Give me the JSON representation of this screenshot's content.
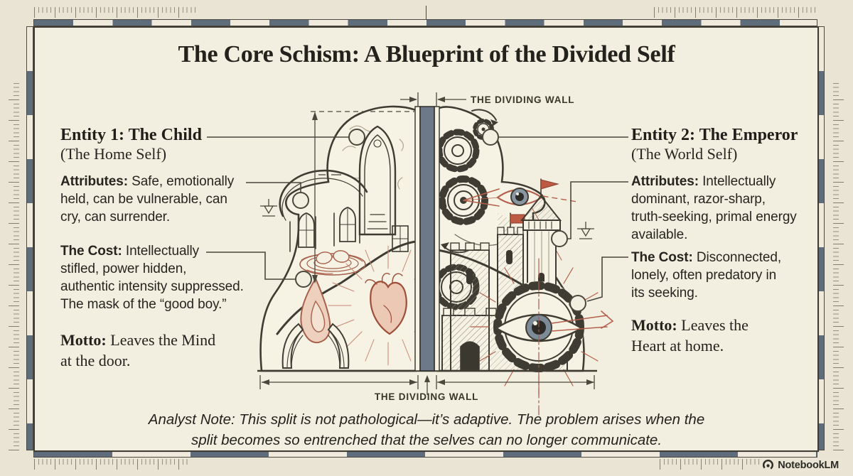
{
  "title": "The Core Schism: A Blueprint of the Divided Self",
  "wall": {
    "label_top": "THE DIVIDING WALL",
    "label_bottom": "THE DIVIDING WALL"
  },
  "entity1": {
    "heading": "Entity 1: The Child",
    "subheading": "(The Home Self)",
    "attributes_label": "Attributes:",
    "attributes_text": " Safe, emotionally\nheld, can be vulnerable, can\ncry, can surrender.",
    "cost_label": "The Cost:",
    "cost_text": " Intellectually\nstifled, power hidden,\nauthentic intensity suppressed.\nThe mask of the “good boy.”",
    "motto_label": "Motto:",
    "motto_text": " Leaves the Mind\nat the door."
  },
  "entity2": {
    "heading": "Entity 2: The Emperor",
    "subheading": "(The World Self)",
    "attributes_label": "Attributes:",
    "attributes_text": " Intellectually\ndominant, razor-sharp,\ntruth-seeking, primal energy\navailable.",
    "cost_label": "The Cost:",
    "cost_text": " Disconnected,\nlonely, often predatory in\nits seeking.",
    "motto_label": "Motto:",
    "motto_text": " Leaves the\nHeart at home."
  },
  "analyst_note": "Analyst Note: This split is not pathological—it’s adaptive. The problem arises when the\nsplit becomes so entrenched that the selves can no longer communicate.",
  "watermark": {
    "brand": "NotebookLM"
  },
  "colors": {
    "outer_background": "#e9e4d4",
    "panel": "#f3efe0",
    "drawing_ink": "#3f3d33",
    "wall_slate": "#6d7888",
    "scale_bar_dark": "#5f6c7c",
    "sepia_accent": "#a7604b",
    "flag_red": "#b65741",
    "iris_blue": "#8a97a3"
  },
  "icons": [
    "gear-icon",
    "eye-icon",
    "heart-icon",
    "flame-icon",
    "nest-icon",
    "hands-icon",
    "castle-icon",
    "gothic-window-icon",
    "datum-icon",
    "notebooklm-logo-icon"
  ]
}
